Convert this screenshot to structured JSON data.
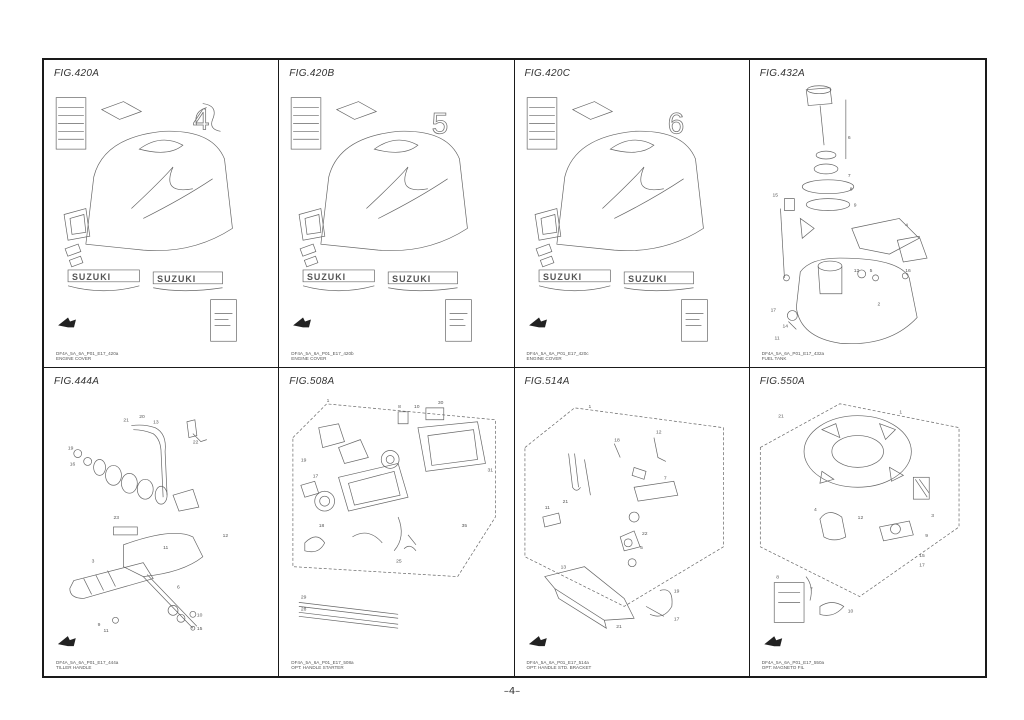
{
  "page_number": "–4–",
  "panels": [
    {
      "figure": "FIG.420A",
      "code": "DF4A_5A_6A_P01_E17_420a",
      "desc": "ENGINE COVER"
    },
    {
      "figure": "FIG.420B",
      "code": "DF4A_5A_6A_P01_E17_420b",
      "desc": "ENGINE COVER"
    },
    {
      "figure": "FIG.420C",
      "code": "DF4A_5A_6A_P01_E17_420c",
      "desc": "ENGINE COVER"
    },
    {
      "figure": "FIG.432A",
      "code": "DF4A_5A_6A_P01_E17_432a",
      "desc": "FUEL TANK"
    },
    {
      "figure": "FIG.444A",
      "code": "DF4A_5A_6A_P01_E17_444a",
      "desc": "TILLER HANDLE"
    },
    {
      "figure": "FIG.508A",
      "code": "DF4A_5A_6A_P01_E17_508a",
      "desc": "OPT: HANDLE STARTER"
    },
    {
      "figure": "FIG.514A",
      "code": "DF4A_5A_6A_P01_E17_514a",
      "desc": "OPT: HANDLE STD. BRACKET"
    },
    {
      "figure": "FIG.550A",
      "code": "DF4A_5A_6A_P01_E17_550a",
      "desc": "OPT: MAGNETO FIL"
    }
  ],
  "decals": {
    "brand": "SUZUKI",
    "digits": [
      "4",
      "5",
      "6"
    ]
  },
  "colors": {
    "frame": "#1a1a1a",
    "line_art": "#666666",
    "text": "#333333"
  }
}
